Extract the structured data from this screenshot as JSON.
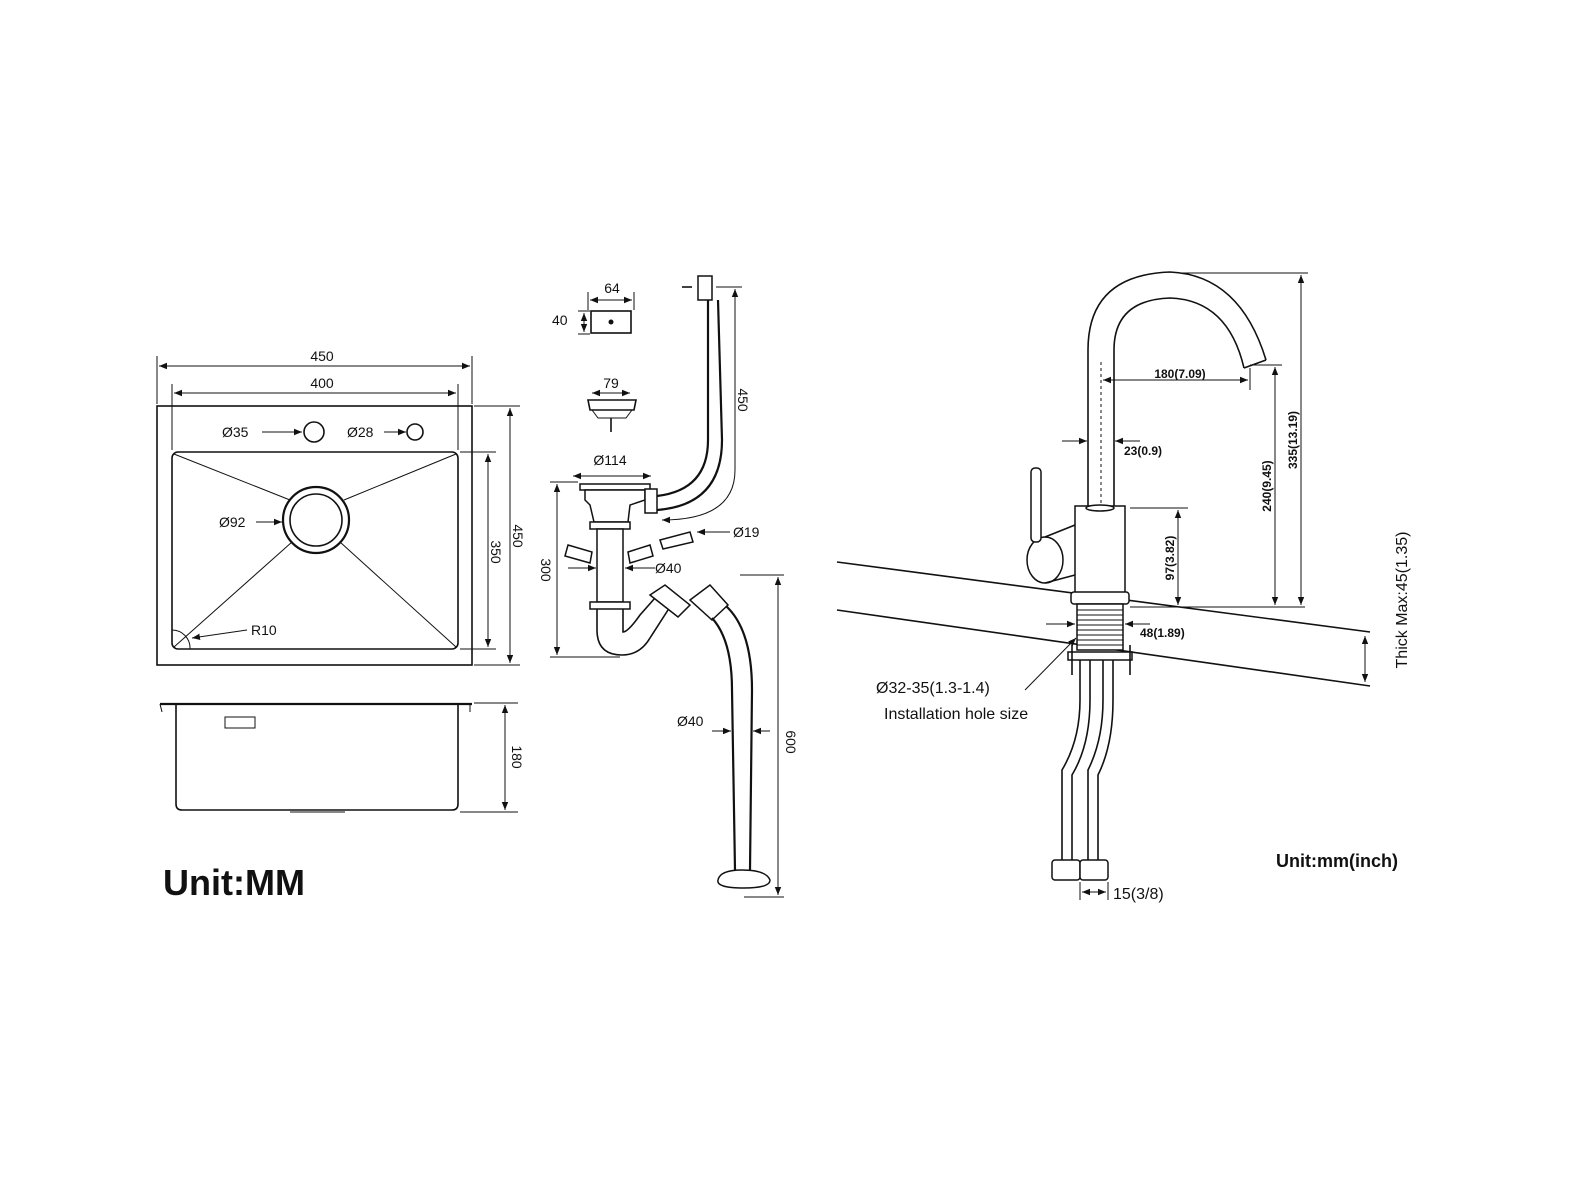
{
  "sink": {
    "width_outer": "450",
    "width_inner": "400",
    "depth_outer": "450",
    "depth_inner": "350",
    "tap_hole": "Ø35",
    "soap_hole": "Ø28",
    "drain": "Ø92",
    "corner_radius": "R10",
    "bowl_depth": "180",
    "unit_label": "Unit:MM"
  },
  "drain_kit": {
    "overflow_width": "64",
    "overflow_height": "40",
    "basket_diameter": "79",
    "strainer_diameter": "Ø114",
    "overflow_hose_length": "450",
    "assembly_height": "300",
    "overflow_connector": "Ø19",
    "pipe_diameter": "Ø40",
    "hose_diameter": "Ø40",
    "hose_length": "600"
  },
  "faucet": {
    "reach": "180(7.09)",
    "spout_diameter": "23(0.9)",
    "spout_height": "240(9.45)",
    "total_height": "335(13.19)",
    "body_height": "97(3.82)",
    "shank_diameter": "48(1.89)",
    "hole_diameter": "Ø32-35(1.3-1.4)",
    "hole_label": "Installation hole size",
    "thickness": "Thick Max:45(1.35)",
    "hose_connector": "15(3/8)",
    "unit_label": "Unit:mm(inch)"
  }
}
